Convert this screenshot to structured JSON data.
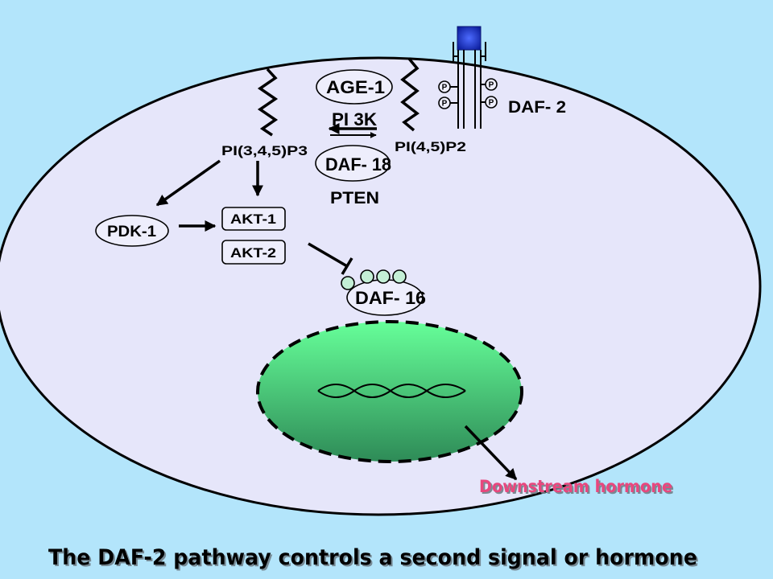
{
  "slide": {
    "title": "The DAF-2 pathway controls a second signal or hormone"
  },
  "diagram": {
    "receptor": {
      "label": "DAF- 2",
      "phosphates": [
        "P",
        "P",
        "P",
        "P"
      ]
    },
    "lipids": {
      "pip3": "PI(3,4,5)P3",
      "pip2": "PI(4,5)P2"
    },
    "age1": {
      "label": "AGE-1",
      "activity": "PI 3K"
    },
    "daf18": {
      "label": "DAF- 18",
      "activity": "PTEN"
    },
    "pdk1": {
      "label": "PDK-1"
    },
    "akt": [
      "AKT-1",
      "AKT-2"
    ],
    "daf16": {
      "label": "DAF- 16"
    },
    "output": {
      "label": "Downstream hormone"
    }
  },
  "colors": {
    "background": "#b3e5fb",
    "cell": "#e6e6fa",
    "protein_fill": "#eeeefc",
    "nucleus_top": "#66ff99",
    "nucleus_bottom": "#2e8b57",
    "ligand_center": "#4d6bff",
    "ligand_edge": "#0d1f9e",
    "daf16_beads": "#c4efd6",
    "hormone_text": "#e8467e"
  }
}
